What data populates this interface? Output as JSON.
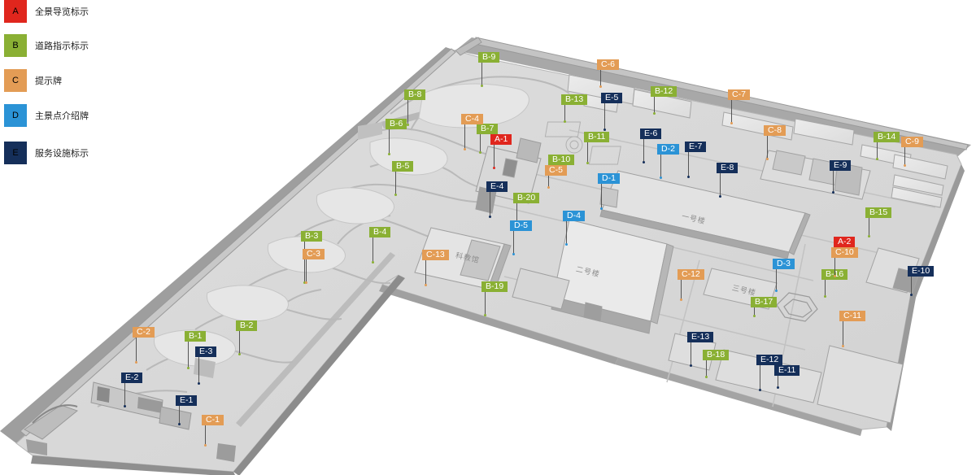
{
  "colors": {
    "A": "#e0261d",
    "B": "#8ab034",
    "C": "#e39c55",
    "D": "#2b93d6",
    "E": "#152f5a"
  },
  "legend": [
    {
      "letter": "A",
      "label": "全景导览标示"
    },
    {
      "letter": "B",
      "label": "道路指示标示"
    },
    {
      "letter": "C",
      "label": "提示牌"
    },
    {
      "letter": "D",
      "label": "主景点介绍牌"
    },
    {
      "letter": "E",
      "label": "服务设施标示"
    }
  ],
  "building_labels": [
    "二号楼",
    "一号楼",
    "三号楼",
    "科教馆"
  ],
  "markers": [
    {
      "id": "A-1",
      "cat": "A"
    },
    {
      "id": "A-2",
      "cat": "A"
    },
    {
      "id": "B-1",
      "cat": "B"
    },
    {
      "id": "B-2",
      "cat": "B"
    },
    {
      "id": "B-3",
      "cat": "B"
    },
    {
      "id": "B-4",
      "cat": "B"
    },
    {
      "id": "B-5",
      "cat": "B"
    },
    {
      "id": "B-6",
      "cat": "B"
    },
    {
      "id": "B-7",
      "cat": "B"
    },
    {
      "id": "B-8",
      "cat": "B"
    },
    {
      "id": "B-9",
      "cat": "B"
    },
    {
      "id": "B-10",
      "cat": "B"
    },
    {
      "id": "B-11",
      "cat": "B"
    },
    {
      "id": "B-12",
      "cat": "B"
    },
    {
      "id": "B-13",
      "cat": "B"
    },
    {
      "id": "B-14",
      "cat": "B"
    },
    {
      "id": "B-15",
      "cat": "B"
    },
    {
      "id": "B-16",
      "cat": "B"
    },
    {
      "id": "B-17",
      "cat": "B"
    },
    {
      "id": "B-18",
      "cat": "B"
    },
    {
      "id": "B-19",
      "cat": "B"
    },
    {
      "id": "B-20",
      "cat": "B"
    },
    {
      "id": "C-1",
      "cat": "C"
    },
    {
      "id": "C-2",
      "cat": "C"
    },
    {
      "id": "C-3",
      "cat": "C"
    },
    {
      "id": "C-4",
      "cat": "C"
    },
    {
      "id": "C-5",
      "cat": "C"
    },
    {
      "id": "C-6",
      "cat": "C"
    },
    {
      "id": "C-7",
      "cat": "C"
    },
    {
      "id": "C-8",
      "cat": "C"
    },
    {
      "id": "C-9",
      "cat": "C"
    },
    {
      "id": "C-10",
      "cat": "C"
    },
    {
      "id": "C-11",
      "cat": "C"
    },
    {
      "id": "C-12",
      "cat": "C"
    },
    {
      "id": "C-13",
      "cat": "C"
    },
    {
      "id": "D-1",
      "cat": "D"
    },
    {
      "id": "D-2",
      "cat": "D"
    },
    {
      "id": "D-3",
      "cat": "D"
    },
    {
      "id": "D-4",
      "cat": "D"
    },
    {
      "id": "D-5",
      "cat": "D"
    },
    {
      "id": "E-1",
      "cat": "E"
    },
    {
      "id": "E-2",
      "cat": "E"
    },
    {
      "id": "E-3",
      "cat": "E"
    },
    {
      "id": "E-4",
      "cat": "E"
    },
    {
      "id": "E-5",
      "cat": "E"
    },
    {
      "id": "E-6",
      "cat": "E"
    },
    {
      "id": "E-7",
      "cat": "E"
    },
    {
      "id": "E-8",
      "cat": "E"
    },
    {
      "id": "E-9",
      "cat": "E"
    },
    {
      "id": "E-10",
      "cat": "E"
    },
    {
      "id": "E-11",
      "cat": "E"
    },
    {
      "id": "E-12",
      "cat": "E"
    },
    {
      "id": "E-13",
      "cat": "E"
    }
  ]
}
